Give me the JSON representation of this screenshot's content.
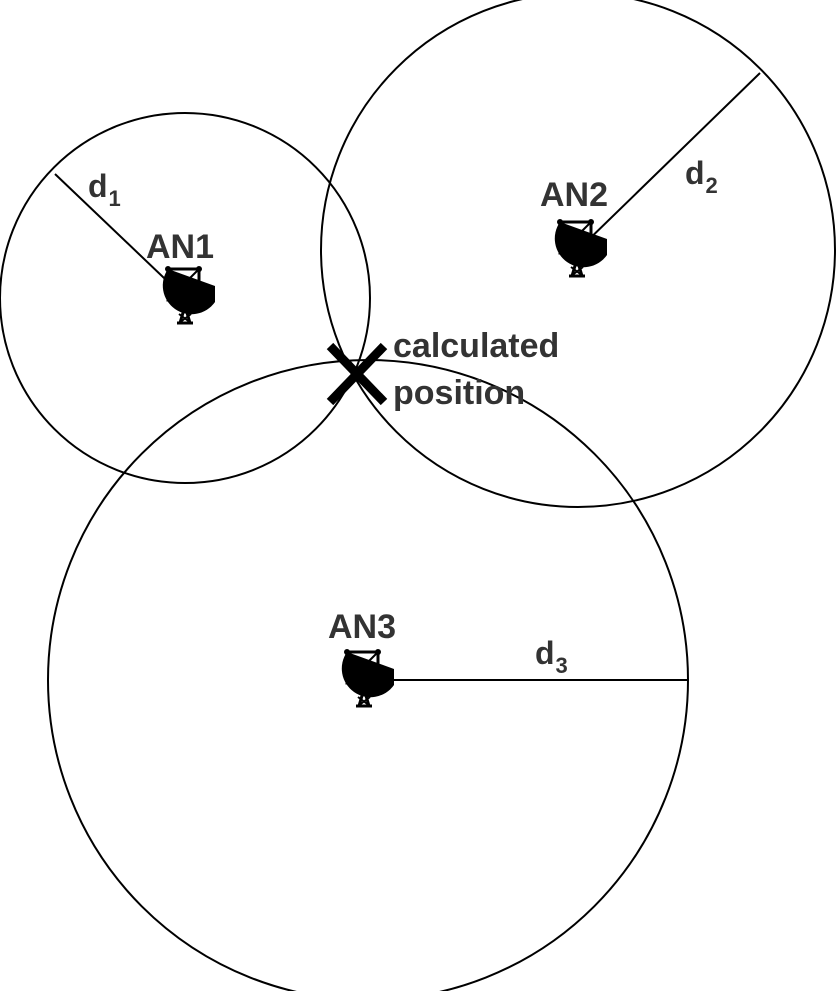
{
  "nodes": [
    {
      "id": "AN1",
      "label": "AN1",
      "distance_label": "d",
      "distance_sub": "1"
    },
    {
      "id": "AN2",
      "label": "AN2",
      "distance_label": "d",
      "distance_sub": "2"
    },
    {
      "id": "AN3",
      "label": "AN3",
      "distance_label": "d",
      "distance_sub": "3"
    }
  ],
  "position": {
    "line1": "calculated",
    "line2": "position"
  },
  "colors": {
    "stroke": "#000000",
    "label": "#333333",
    "background": "#ffffff"
  },
  "icons": {
    "antenna": "satellite-dish-antenna-icon",
    "position_marker": "x-mark-icon"
  }
}
